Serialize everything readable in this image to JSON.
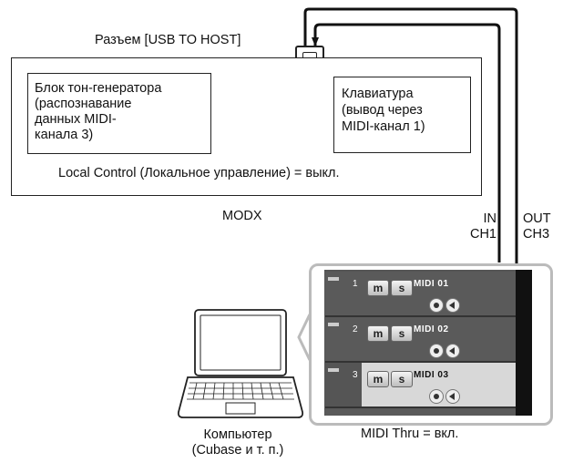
{
  "usb_label": "Разъем [USB TO HOST]",
  "tone_generator": {
    "lines": [
      "Блок тон-генератора",
      "(распознавание",
      "данных MIDI-",
      "канала 3)"
    ]
  },
  "keyboard": {
    "lines": [
      "Клавиатура",
      "(вывод через",
      "MIDI-канал 1)"
    ]
  },
  "local_control": "Local Control (Локальное управление) = выкл.",
  "instrument_name": "MODX",
  "in_port": {
    "line1": "IN",
    "line2": "CH1"
  },
  "out_port": {
    "line1": "OUT",
    "line2": "CH3"
  },
  "computer": {
    "line1": "Компьютер",
    "line2": "(Cubase и т. п.)"
  },
  "midi_thru": "MIDI Thru = вкл.",
  "tracks": [
    {
      "number": "1",
      "mute": "m",
      "solo": "s",
      "name": "MIDI 01",
      "selected": false
    },
    {
      "number": "2",
      "mute": "m",
      "solo": "s",
      "name": "MIDI 02",
      "selected": false
    },
    {
      "number": "3",
      "mute": "m",
      "solo": "s",
      "name": "MIDI 03",
      "selected": true
    }
  ],
  "colors": {
    "track_bg": "#555555",
    "track_selected_bg": "#d8d8d8",
    "panel_border": "#bbbbbb"
  }
}
